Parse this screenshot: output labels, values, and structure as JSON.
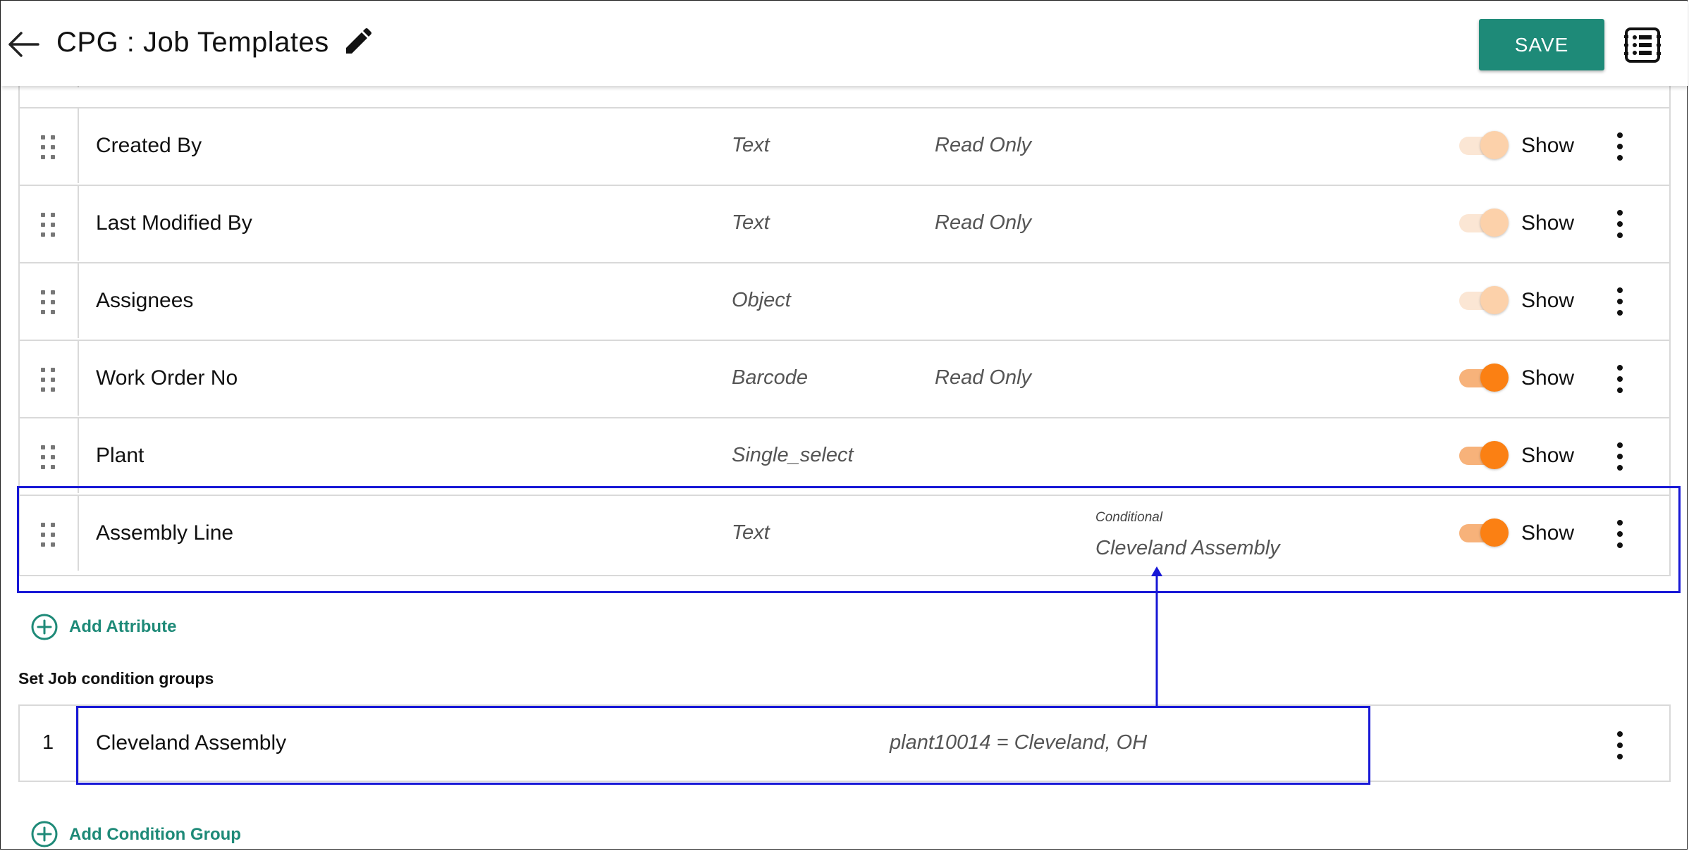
{
  "header": {
    "title": "CPG : Job Templates",
    "save_label": "SAVE"
  },
  "attributes": [
    {
      "name": "Created By",
      "type": "Text",
      "access": "Read Only",
      "condition_label": "",
      "condition_value": "",
      "visibility_label": "Show",
      "toggle_state": "dim"
    },
    {
      "name": "Last Modified By",
      "type": "Text",
      "access": "Read Only",
      "condition_label": "",
      "condition_value": "",
      "visibility_label": "Show",
      "toggle_state": "dim"
    },
    {
      "name": "Assignees",
      "type": "Object",
      "access": "",
      "condition_label": "",
      "condition_value": "",
      "visibility_label": "Show",
      "toggle_state": "dim"
    },
    {
      "name": "Work Order No",
      "type": "Barcode",
      "access": "Read Only",
      "condition_label": "",
      "condition_value": "",
      "visibility_label": "Show",
      "toggle_state": "on"
    },
    {
      "name": "Plant",
      "type": "Single_select",
      "access": "",
      "condition_label": "",
      "condition_value": "",
      "visibility_label": "Show",
      "toggle_state": "on"
    },
    {
      "name": "Assembly Line",
      "type": "Text",
      "access": "",
      "condition_label": "Conditional",
      "condition_value": "Cleveland Assembly",
      "visibility_label": "Show",
      "toggle_state": "on"
    }
  ],
  "add_attribute_label": "Add Attribute",
  "condition_groups": {
    "title": "Set Job condition groups",
    "items": [
      {
        "index": "1",
        "name": "Cleveland Assembly",
        "rule": "plant10014 = Cleveland, OH"
      }
    ],
    "add_label": "Add Condition Group"
  },
  "colors": {
    "accent": "#1e8a78",
    "toggle_on": "#fb8013",
    "toggle_dim": "#fcd1aa",
    "annotation": "#1818d6"
  }
}
